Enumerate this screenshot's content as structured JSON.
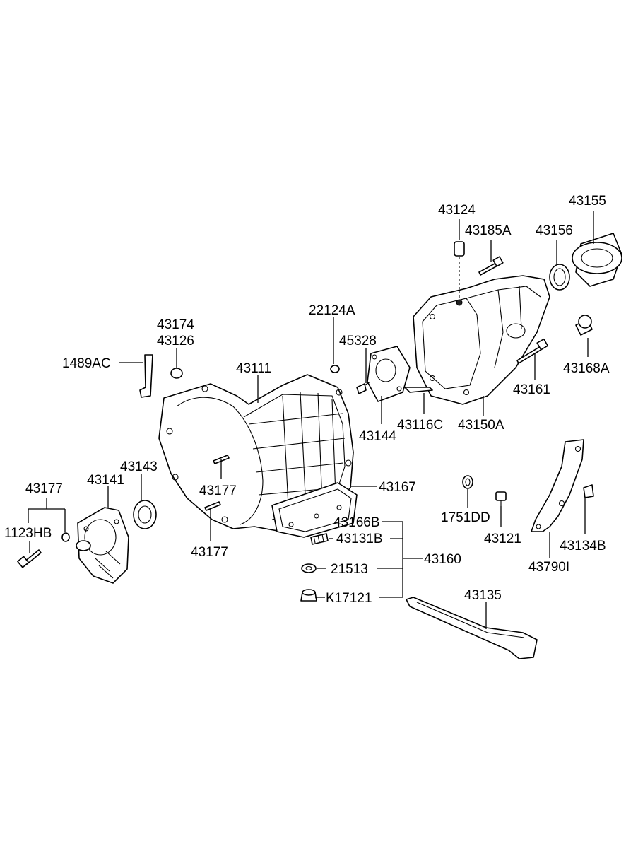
{
  "labels": {
    "p43124": "43124",
    "p43185A": "43185A",
    "p43156": "43156",
    "p43155": "43155",
    "p22124A": "22124A",
    "p43174": "43174",
    "p43126": "43126",
    "p45328": "45328",
    "p1489AC": "1489AC",
    "p43111": "43111",
    "p43168A": "43168A",
    "p43161": "43161",
    "p43144": "43144",
    "p43116C": "43116C",
    "p43150A": "43150A",
    "p43143": "43143",
    "p43177_a": "43177",
    "p43141": "43141",
    "p43177_b": "43177",
    "p43167": "43167",
    "p1123HB": "1123HB",
    "p1751DD": "1751DD",
    "p43166B": "43166B",
    "p43131B": "43131B",
    "p43121": "43121",
    "p43134B": "43134B",
    "p43177_c": "43177",
    "p43790I": "43790I",
    "p43160": "43160",
    "p21513": "21513",
    "p43135": "43135",
    "pK17121": "K17121"
  }
}
